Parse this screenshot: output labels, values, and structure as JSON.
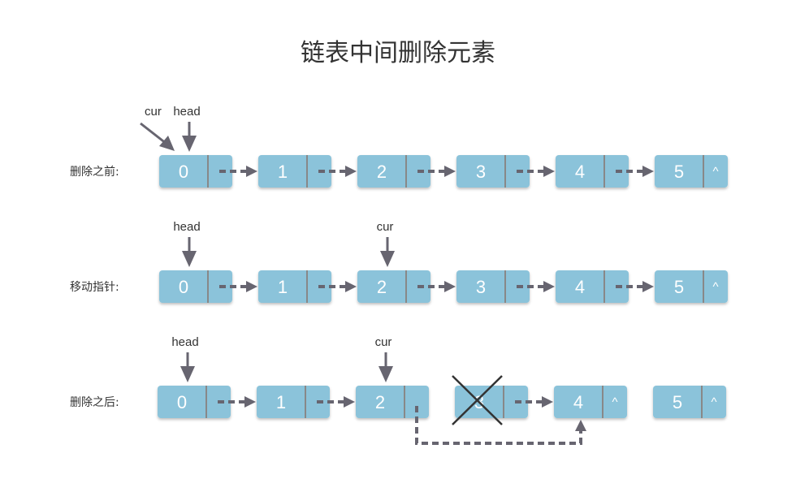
{
  "title": "链表中间删除元素",
  "colors": {
    "node": "#8bc3da",
    "divider": "#888888",
    "arrow": "#676570",
    "cross": "#333333"
  },
  "rows": [
    {
      "label": "删除之前:",
      "nodes": [
        {
          "value": "0"
        },
        {
          "value": "1"
        },
        {
          "value": "2"
        },
        {
          "value": "3"
        },
        {
          "value": "4"
        },
        {
          "value": "5",
          "null": "^"
        }
      ],
      "links": [
        [
          0,
          1
        ],
        [
          1,
          2
        ],
        [
          2,
          3
        ],
        [
          3,
          4
        ],
        [
          4,
          5
        ]
      ],
      "pointers": [
        {
          "name": "cur",
          "node": 0,
          "style": "diagonal"
        },
        {
          "name": "head",
          "node": 0
        }
      ]
    },
    {
      "label": "移动指针:",
      "nodes": [
        {
          "value": "0"
        },
        {
          "value": "1"
        },
        {
          "value": "2"
        },
        {
          "value": "3"
        },
        {
          "value": "4"
        },
        {
          "value": "5",
          "null": "^"
        }
      ],
      "links": [
        [
          0,
          1
        ],
        [
          1,
          2
        ],
        [
          2,
          3
        ],
        [
          3,
          4
        ],
        [
          4,
          5
        ]
      ],
      "pointers": [
        {
          "name": "head",
          "node": 0
        },
        {
          "name": "cur",
          "node": 2
        }
      ]
    },
    {
      "label": "删除之后:",
      "nodes": [
        {
          "value": "0"
        },
        {
          "value": "1"
        },
        {
          "value": "2"
        },
        {
          "value": "3",
          "deleted": true
        },
        {
          "value": "4",
          "null": "^"
        },
        {
          "value": "5",
          "null": "^"
        }
      ],
      "links": [
        [
          0,
          1
        ],
        [
          1,
          2
        ],
        [
          3,
          4
        ]
      ],
      "bypass": [
        2,
        4
      ],
      "pointers": [
        {
          "name": "head",
          "node": 0
        },
        {
          "name": "cur",
          "node": 2
        }
      ]
    }
  ]
}
